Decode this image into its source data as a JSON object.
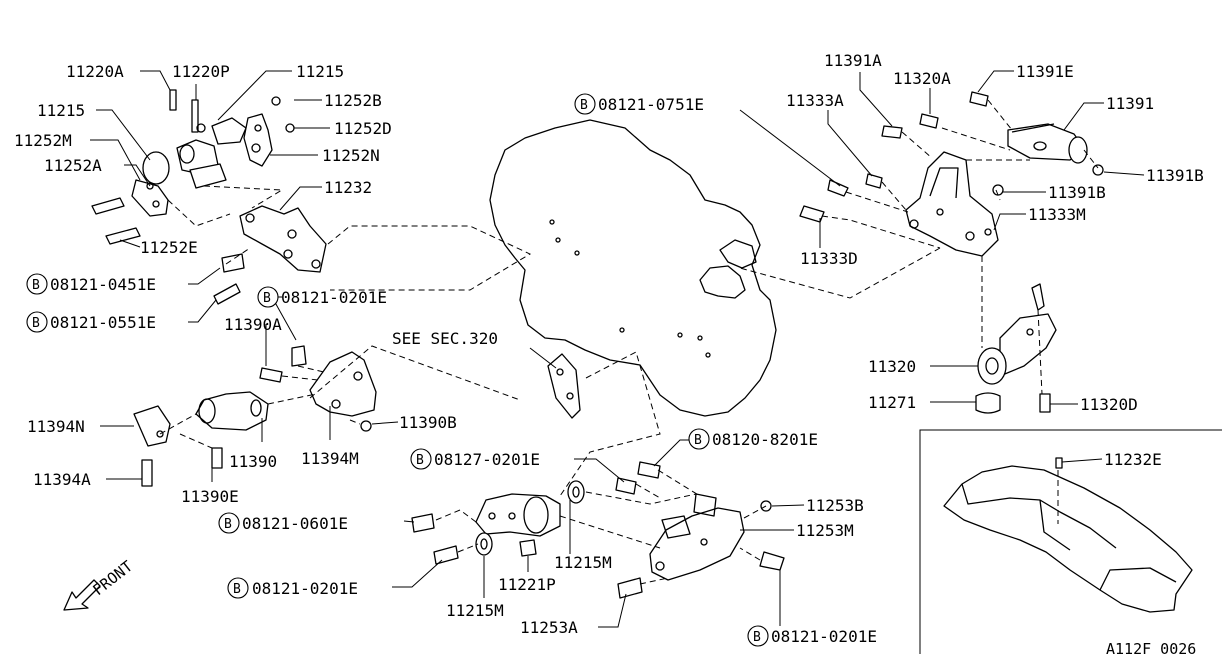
{
  "diagram": {
    "see_ref": "SEE SEC.320",
    "front_label": "FRONT",
    "figure_code": "A112F 0026",
    "bolt_prefix": "B",
    "labels": {
      "p11220A": "11220A",
      "p11220P": "11220P",
      "p11215_top": "11215",
      "p11215_left": "11215",
      "p11252B": "11252B",
      "p11252D": "11252D",
      "p11252M": "11252M",
      "p11252N": "11252N",
      "p11252A": "11252A",
      "p11232": "11232",
      "p11252E": "11252E",
      "b08121_0451E": "08121-0451E",
      "b08121_0551E": "08121-0551E",
      "b08121_0201E_a": "08121-0201E",
      "p11390A": "11390A",
      "p11394N": "11394N",
      "p11394A": "11394A",
      "p11390": "11390",
      "p11394M": "11394M",
      "p11390B": "11390B",
      "p11390E": "11390E",
      "b08121_0751E": "08121-0751E",
      "p11391A": "11391A",
      "p11320A": "11320A",
      "p11391E": "11391E",
      "p11333A": "11333A",
      "p11391": "11391",
      "p11391B_right": "11391B",
      "p11391B": "11391B",
      "p11333M": "11333M",
      "p11333D": "11333D",
      "p11320": "11320",
      "p11271": "11271",
      "p11320D": "11320D",
      "b08120_8201E": "08120-8201E",
      "b08127_0201E": "08127-0201E",
      "p11253B": "11253B",
      "p11253M": "11253M",
      "b08121_0601E": "08121-0601E",
      "p11215M_a": "11215M",
      "p11221P": "11221P",
      "b08121_0201E_b": "08121-0201E",
      "p11215M_b": "11215M",
      "p11253A": "11253A",
      "b08121_0201E_c": "08121-0201E",
      "p11232E": "11232E"
    }
  }
}
